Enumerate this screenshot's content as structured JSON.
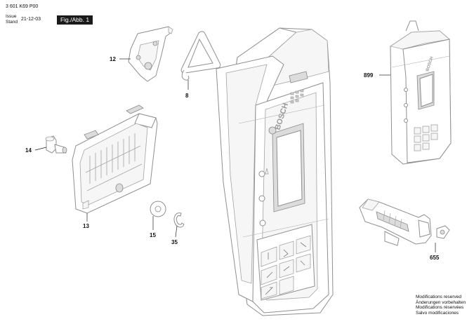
{
  "header": {
    "doc_code": "3 601 K69 P00",
    "issue_label": "Issue",
    "stand_label": "Stand",
    "date": "21-12-03",
    "figure_label": "Fig./Abb. 1"
  },
  "callouts": {
    "p12": "12",
    "p8": "8",
    "p899": "899",
    "p14": "14",
    "p13": "13",
    "p15": "15",
    "p35": "35",
    "p655": "655"
  },
  "brand": "BOSCH",
  "footer": {
    "line1": "Modifications reserved",
    "line2": "Änderungen vorbehalten",
    "line3": "Modifications réservées",
    "line4": "Salvo modificaciones"
  }
}
